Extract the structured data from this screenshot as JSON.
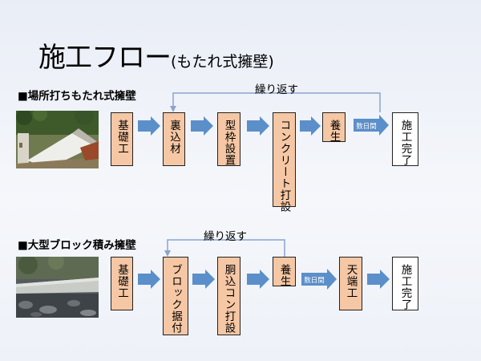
{
  "title": {
    "main": "施工フロー",
    "sub": "(もたれ式擁壁)"
  },
  "colors": {
    "step_fill": "#f6c7a4",
    "end_fill": "#ffffff",
    "arrow": "#5b8fc9",
    "loop_line": "#8aa4d0"
  },
  "flow1": {
    "heading": "■場所打ちもたれ式擁壁",
    "loop_label": "繰り返す",
    "steps": [
      "基礎工",
      "裏込材",
      "型枠設置",
      "コンクリート打設",
      "養生",
      "施工完了"
    ],
    "interval_label": "数日間"
  },
  "flow2": {
    "heading": "■大型ブロック積み擁壁",
    "loop_label": "繰り返す",
    "steps": [
      "基礎工",
      "ブロック据付",
      "胴込コン打設",
      "養生",
      "天端工",
      "施工完了"
    ],
    "interval_label": "数日間"
  }
}
